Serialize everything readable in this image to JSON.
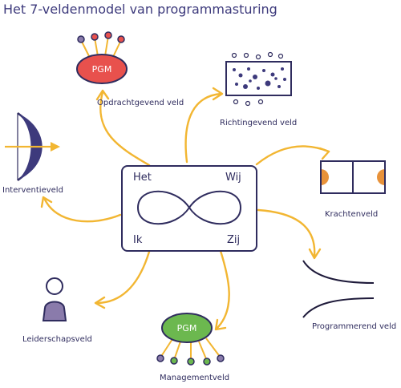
{
  "title": "Het 7-veldenmodel van programmasturing",
  "center": {
    "top_left": "Het",
    "top_right": "Wij",
    "bottom_left": "Ik",
    "bottom_right": "Zij"
  },
  "fields": {
    "opdrachtgevend": "Opdrachtgevend veld",
    "richtingevend": "Richtingevend veld",
    "interventie": "Interventieveld",
    "krachten": "Krachtenveld",
    "programmerend": "Programmerend veld",
    "leiderschap": "Leiderschapsveld",
    "management": "Managementveld"
  },
  "pgm_label": "PGM",
  "colors": {
    "navy": "#2f2c5e",
    "accent": "#f2b632",
    "pgm_top": "#e8514d",
    "pgm_bottom": "#6cb84f",
    "field_dot": "#3d3a7c",
    "orange": "#e8923a",
    "person": "#8a7bab"
  }
}
